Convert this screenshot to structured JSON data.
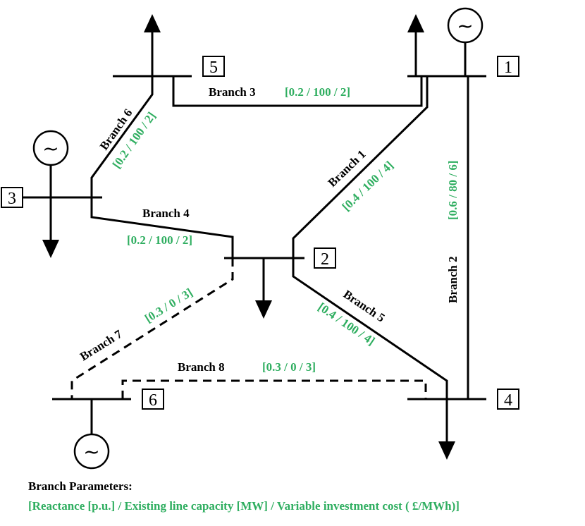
{
  "buses": {
    "b1": "1",
    "b2": "2",
    "b3": "3",
    "b4": "4",
    "b5": "5",
    "b6": "6"
  },
  "generator_symbol": "~",
  "branches": {
    "br1": {
      "name": "Branch 1",
      "params": "[0.4 / 100 / 4]"
    },
    "br2": {
      "name": "Branch 2",
      "params": "[0.6 / 80 / 6]"
    },
    "br3": {
      "name": "Branch 3",
      "params": "[0.2 / 100 / 2]"
    },
    "br4": {
      "name": "Branch 4",
      "params": "[0.2 / 100 / 2]"
    },
    "br5": {
      "name": "Branch 5",
      "params": "[0.4 / 100 / 4]"
    },
    "br6": {
      "name": "Branch 6",
      "params": "[0.2 / 100 / 2]"
    },
    "br7": {
      "name": "Branch 7",
      "params": "[0.3 / 0 / 3]"
    },
    "br8": {
      "name": "Branch 8",
      "params": "[0.3 / 0 / 3]"
    }
  },
  "legend": {
    "title": "Branch Parameters:",
    "description": "[Reactance [p.u.] / Existing line capacity [MW] / Variable investment cost ( £/MWh)]"
  },
  "colors": {
    "parameters": "#2fae60",
    "lines": "#000000"
  }
}
